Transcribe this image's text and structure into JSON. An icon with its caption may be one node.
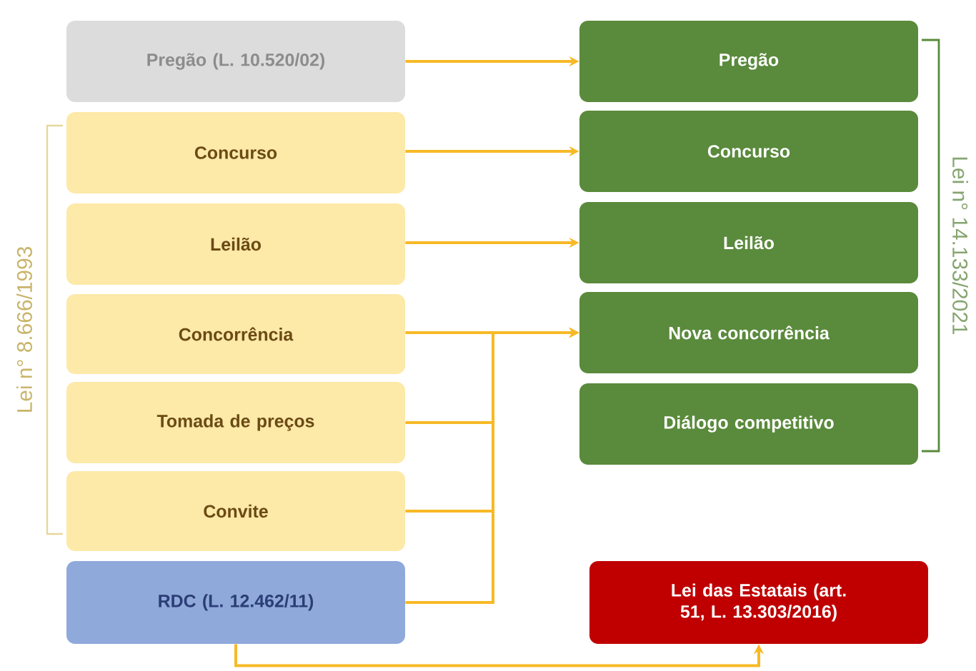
{
  "diagram": {
    "nodes": [
      {
        "text": [
          "Pregão (L. 10.520/02)"
        ]
      },
      {
        "text": [
          "Concurso"
        ]
      },
      {
        "text": [
          "Leilão"
        ]
      },
      {
        "text": [
          "Concorrência"
        ]
      },
      {
        "text": [
          "Tomada de preços"
        ]
      },
      {
        "text": [
          "Convite"
        ]
      },
      {
        "text": [
          "RDC (L. 12.462/11)"
        ]
      },
      {
        "text": [
          "Pregão"
        ]
      },
      {
        "text": [
          "Concurso"
        ]
      },
      {
        "text": [
          "Leilão"
        ]
      },
      {
        "text": [
          "Nova concorrência"
        ]
      },
      {
        "text": [
          "Diálogo competitivo"
        ]
      },
      {
        "text": [
          "Lei das Estatais (art. 51, L. 13.303/2016)"
        ]
      }
    ],
    "edges": [
      {
        "from": 0,
        "to": 7,
        "arrow": "to"
      },
      {
        "from": 1,
        "to": 8,
        "arrow": "to"
      },
      {
        "from": 2,
        "to": 9,
        "arrow": "to"
      },
      {
        "from": 3,
        "to": 10,
        "arrow": "to"
      },
      {
        "from": 4,
        "to": 10,
        "arrow": "to"
      },
      {
        "from": 5,
        "to": 10,
        "arrow": "to"
      },
      {
        "from": 6,
        "to": 10,
        "arrow": "to"
      },
      {
        "from": 6,
        "to": 12,
        "arrow": "to"
      }
    ],
    "labels": [
      "Lei n° 8.666/1993",
      "Lei n° 14.133/2021"
    ]
  }
}
